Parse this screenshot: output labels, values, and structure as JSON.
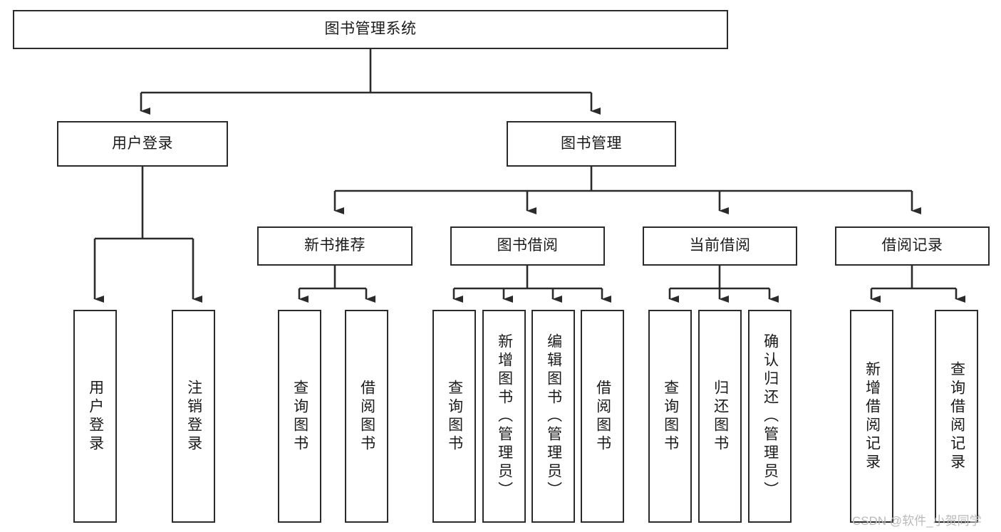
{
  "diagram": {
    "type": "tree",
    "orientation": "top-down",
    "title": "图书管理系统",
    "colors": {
      "stroke": "#2b2b2b",
      "fill": "#ffffff",
      "text": "#1a1a1a",
      "background": "#ffffff",
      "watermark": "#b9b9b9"
    },
    "levels": {
      "root": {
        "label": "图书管理系统"
      },
      "level1": [
        {
          "label": "用户登录"
        },
        {
          "label": "图书管理"
        }
      ],
      "level2": [
        {
          "label": "新书推荐"
        },
        {
          "label": "图书借阅"
        },
        {
          "label": "当前借阅"
        },
        {
          "label": "借阅记录"
        }
      ],
      "leaves": [
        {
          "label": "用户登录",
          "parent": "用户登录"
        },
        {
          "label": "注销登录",
          "parent": "用户登录"
        },
        {
          "label": "查询图书",
          "parent": "新书推荐"
        },
        {
          "label": "借阅图书",
          "parent": "新书推荐"
        },
        {
          "label": "查询图书",
          "parent": "图书借阅"
        },
        {
          "label": "新增图书（管理员）",
          "parent": "图书借阅"
        },
        {
          "label": "编辑图书（管理员）",
          "parent": "图书借阅"
        },
        {
          "label": "借阅图书",
          "parent": "图书借阅"
        },
        {
          "label": "查询图书",
          "parent": "当前借阅"
        },
        {
          "label": "归还图书",
          "parent": "当前借阅"
        },
        {
          "label": "确认归还（管理员）",
          "parent": "当前借阅"
        },
        {
          "label": "新增借阅记录",
          "parent": "借阅记录"
        },
        {
          "label": "查询借阅记录",
          "parent": "借阅记录"
        }
      ]
    }
  },
  "watermark": {
    "text": "CSDN @软件_小贺同学"
  }
}
